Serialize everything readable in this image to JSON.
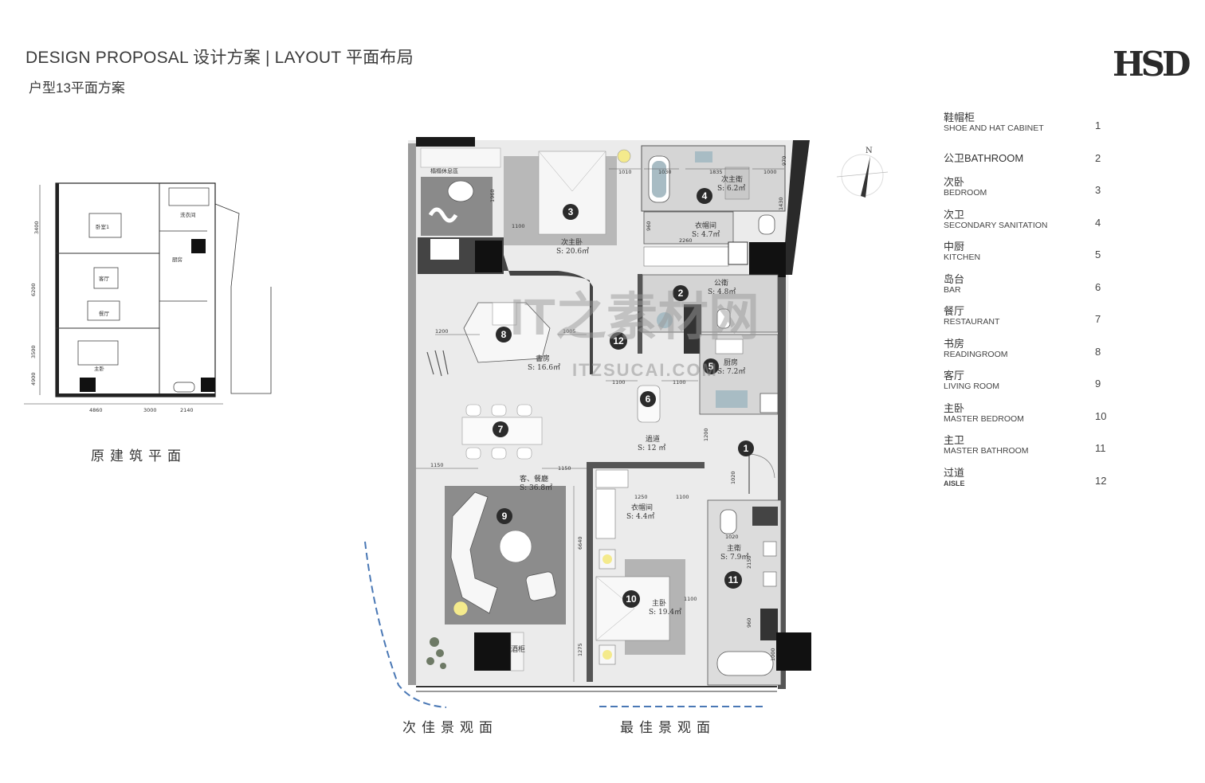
{
  "header": {
    "title": "DESIGN PROPOSAL 设计方案 | LAYOUT 平面布局",
    "subtitle": "户型13平面方案",
    "logo": "HSD"
  },
  "captions": {
    "original_plan": "原建筑平面",
    "secondary_view": "次佳景观面",
    "best_view": "最佳景观面"
  },
  "legend": [
    {
      "cn": "鞋帽柜",
      "en": "SHOE AND HAT CABINET",
      "num": "1"
    },
    {
      "cn": "公卫BATHROOM",
      "en": "",
      "num": "2"
    },
    {
      "cn": "次卧",
      "en": "BEDROOM",
      "num": "3"
    },
    {
      "cn": "次卫",
      "en": "SECONDARY SANITATION",
      "num": "4"
    },
    {
      "cn": "中厨",
      "en": "KITCHEN",
      "num": "5"
    },
    {
      "cn": "岛台",
      "en": "BAR",
      "num": "6"
    },
    {
      "cn": "餐厅",
      "en": "RESTAURANT",
      "num": "7"
    },
    {
      "cn": "书房",
      "en": "READINGROOM",
      "num": "8"
    },
    {
      "cn": "客厅",
      "en": "LIVING ROOM",
      "num": "9"
    },
    {
      "cn": "主卧",
      "en": "MASTER BEDROOM",
      "num": "10"
    },
    {
      "cn": "主卫",
      "en": "MASTER BATHROOM",
      "num": "11"
    },
    {
      "cn": "过道",
      "en": "AISLE",
      "num": "12"
    }
  ],
  "rooms": {
    "secondary_master_bed": {
      "name": "次主卧",
      "area": "S: 20.6㎡"
    },
    "secondary_bath": {
      "name": "次主衛",
      "area": "S: 6.2㎡"
    },
    "cloakroom_upper": {
      "name": "衣帽间",
      "area": "S: 4.7㎡"
    },
    "public_bath": {
      "name": "公衛",
      "area": "S: 4.8㎡"
    },
    "study": {
      "name": "書房",
      "area": "S: 16.6㎡"
    },
    "kitchen": {
      "name": "厨房",
      "area": "S: 7.2㎡"
    },
    "aisle": {
      "name": "過道",
      "area": "S: 12 ㎡"
    },
    "living_dining": {
      "name": "客、餐廳",
      "area": "S: 36.8㎡"
    },
    "cloakroom_lower": {
      "name": "衣帽间",
      "area": "S: 4.4㎡"
    },
    "master_bath": {
      "name": "主衛",
      "area": "S: 7.9㎡"
    },
    "master_bed": {
      "name": "主卧",
      "area": "S: 19.4㎡"
    },
    "wine_cabinet": {
      "name": "酒柜"
    },
    "leisure": {
      "name": "榻榻休息區"
    }
  },
  "original_plan_labels": {
    "dims_bottom": [
      "4860",
      "3000",
      "2140"
    ],
    "dims_left": [
      "3400",
      "6200",
      "3500",
      "4900"
    ],
    "rooms": [
      "卧室1",
      "客厅",
      "餐厅",
      "厨房",
      "主卧",
      "洗衣间"
    ]
  },
  "dimensions": [
    "1010",
    "1030",
    "1835",
    "1000",
    "970",
    "1960",
    "1100",
    "2260",
    "960",
    "1430",
    "1200",
    "1005",
    "1100",
    "1100",
    "1150",
    "1150",
    "1200",
    "1250",
    "1100",
    "1020",
    "1020",
    "2150",
    "1100",
    "960",
    "1000",
    "6640",
    "1275"
  ],
  "north": "N",
  "watermark": {
    "cn": "IT之素材网",
    "en": "ITZSUCAI.COM"
  }
}
